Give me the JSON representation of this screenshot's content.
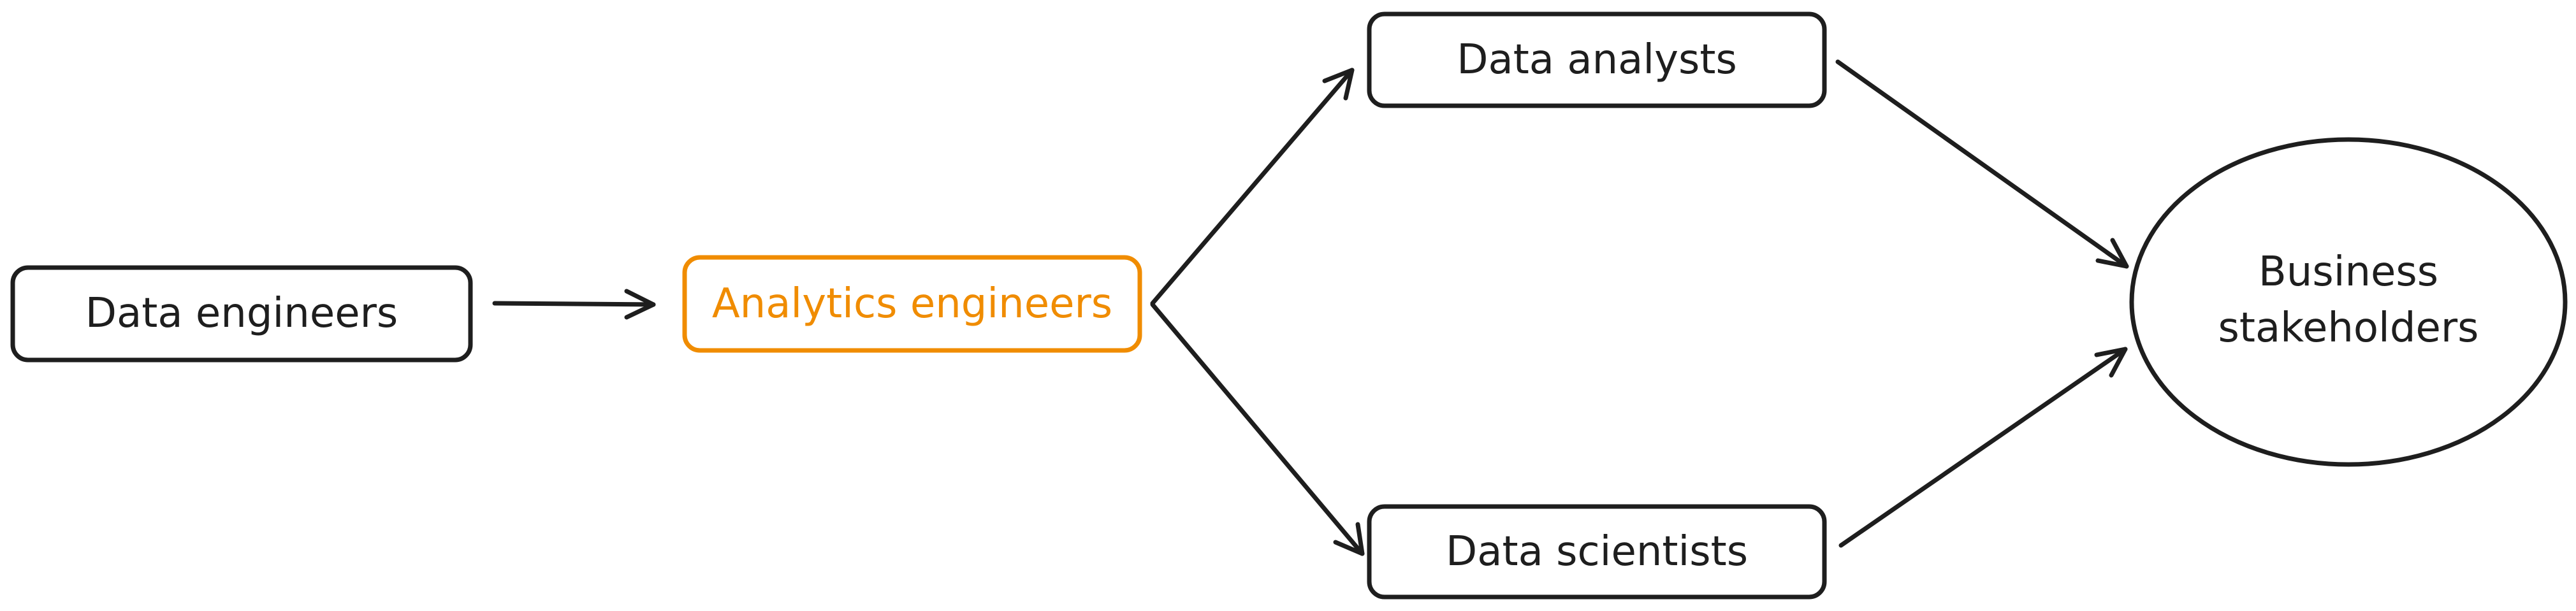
{
  "colors": {
    "ink": "#1e1e1e",
    "highlight": "#f08c00",
    "background": "#ffffff"
  },
  "nodes": {
    "data_engineers": {
      "label": "Data engineers"
    },
    "analytics_engineers": {
      "label": "Analytics engineers",
      "highlighted": true
    },
    "data_analysts": {
      "label": "Data analysts"
    },
    "data_scientists": {
      "label": "Data scientists"
    },
    "business_stakeholders": {
      "label_line1": "Business",
      "label_line2": "stakeholders"
    }
  },
  "edges": [
    {
      "from": "data_engineers",
      "to": "analytics_engineers"
    },
    {
      "from": "analytics_engineers",
      "to": "data_analysts"
    },
    {
      "from": "analytics_engineers",
      "to": "data_scientists"
    },
    {
      "from": "data_analysts",
      "to": "business_stakeholders"
    },
    {
      "from": "data_scientists",
      "to": "business_stakeholders"
    }
  ]
}
